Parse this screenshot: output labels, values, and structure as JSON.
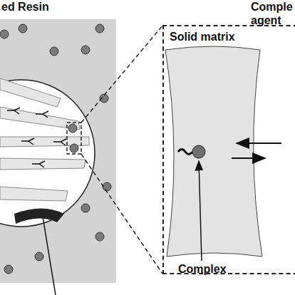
{
  "diagram": {
    "nodes": [
      {
        "text": [
          "Solid matrix"
        ]
      }
    ],
    "labels": [
      "ed Resin",
      "Comple agent",
      "Complex"
    ]
  }
}
